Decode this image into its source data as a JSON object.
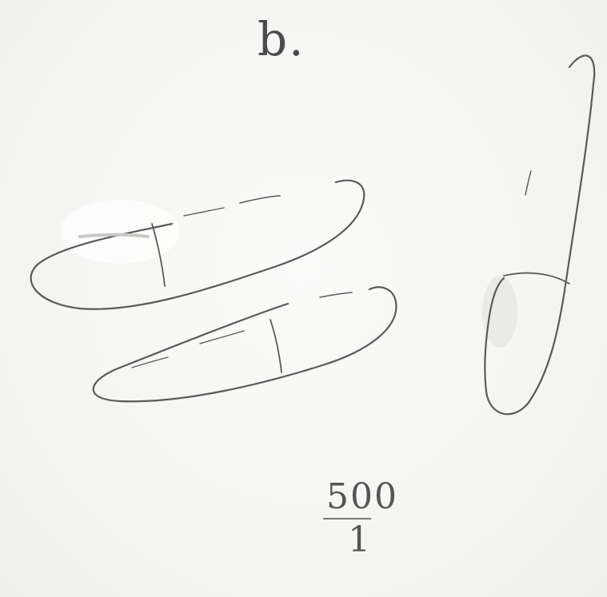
{
  "figure": {
    "label": "b.",
    "magnification": {
      "numerator": "500",
      "denominator": "1"
    }
  },
  "colors": {
    "ink": "#5a5a5a",
    "paper": "#f4f4f2"
  }
}
